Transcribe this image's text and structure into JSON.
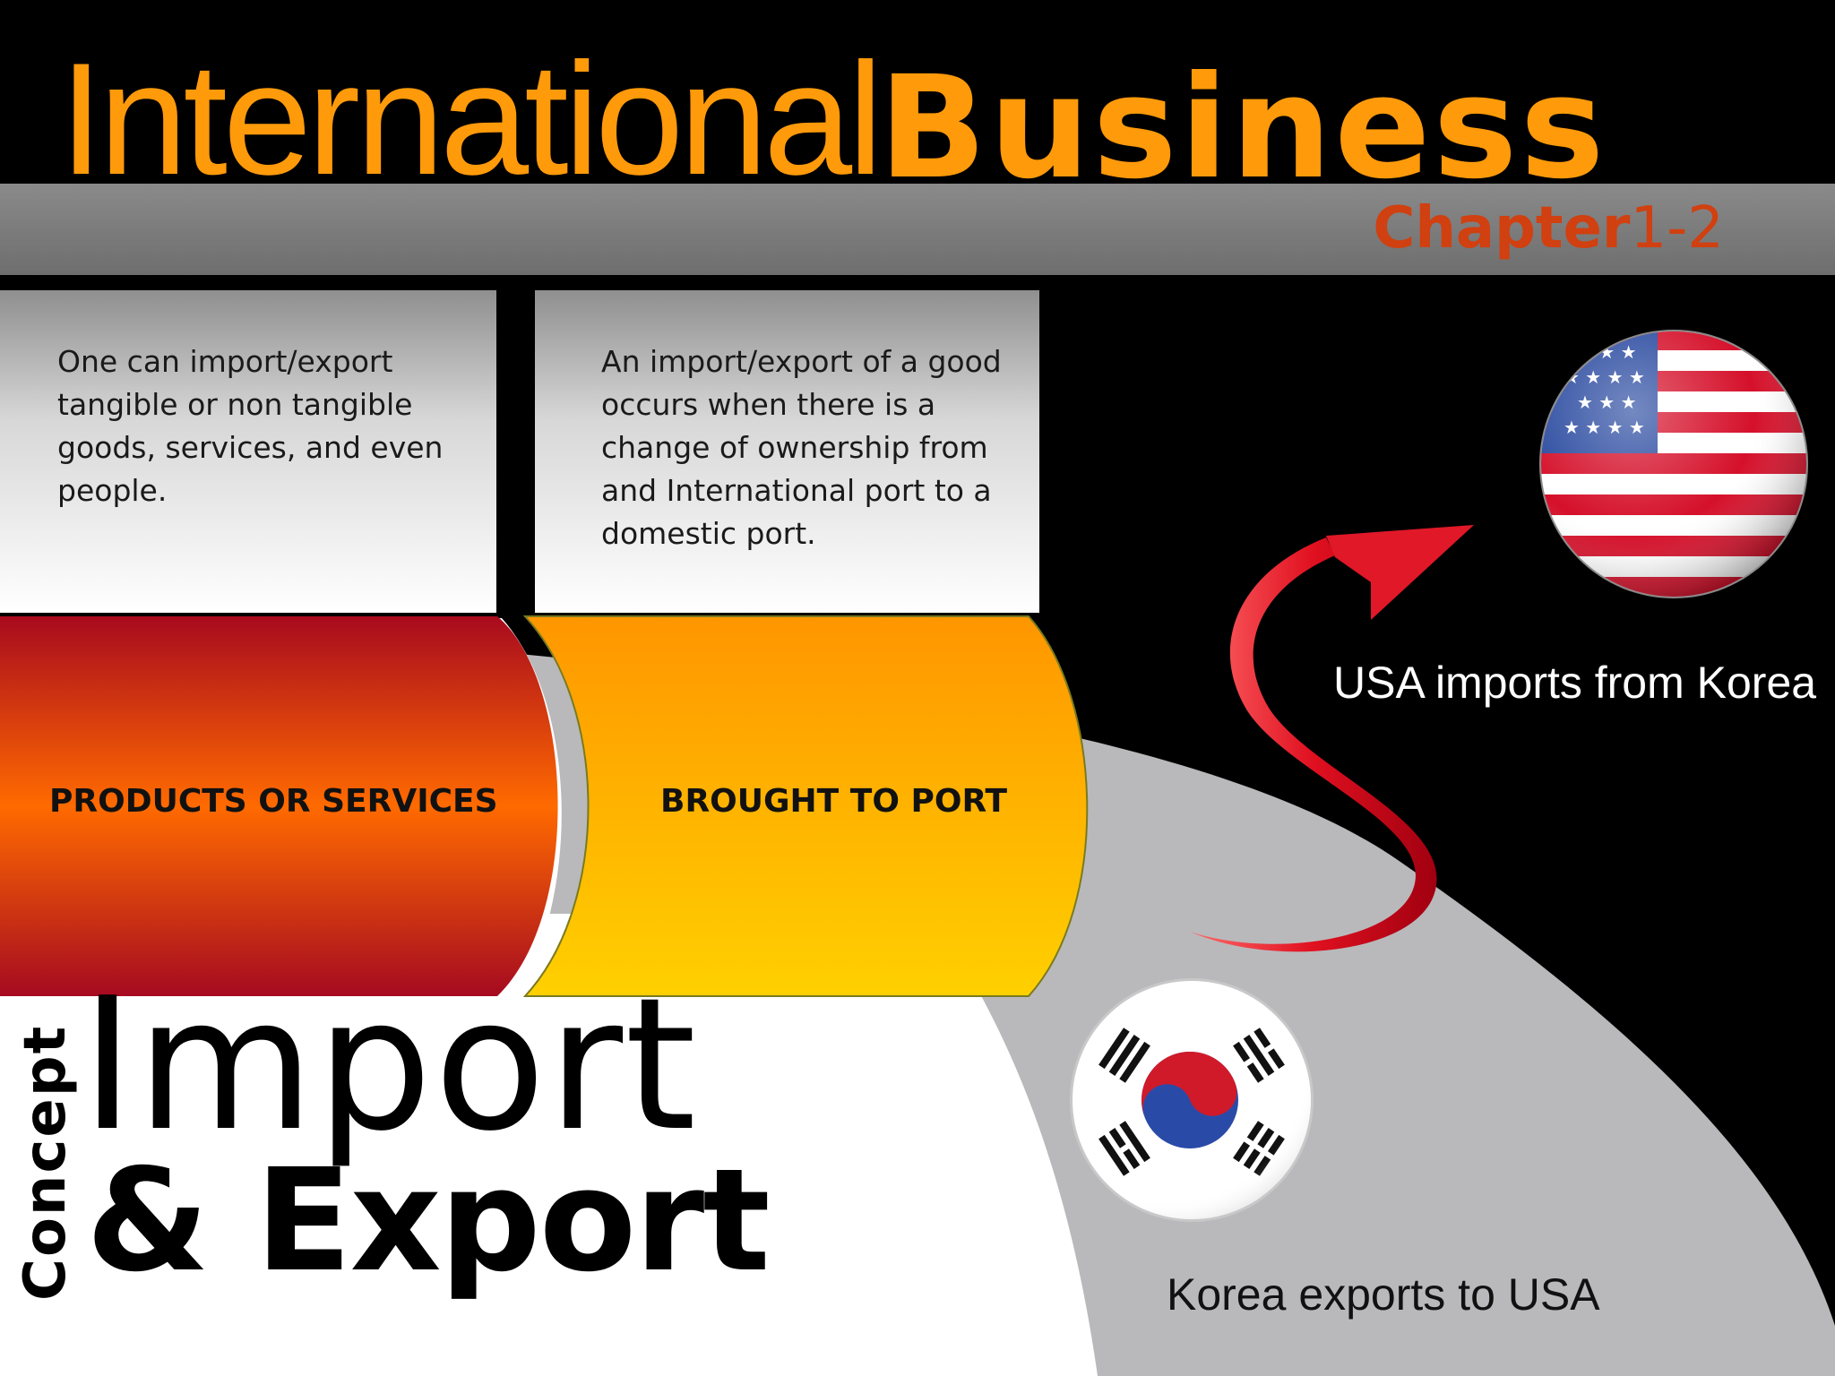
{
  "header": {
    "title_light": "International",
    "title_bold": "Business",
    "chapter_word": "Chapter",
    "chapter_number": "1-2"
  },
  "info_boxes": [
    {
      "text": "One can import/export tangible or non tangible goods, services, and even people."
    },
    {
      "text": "An import/export of a good occurs when there is a change of ownership from and International port to a domestic port."
    }
  ],
  "process_steps": [
    {
      "label": "PRODUCTS OR SERVICES"
    },
    {
      "label": "BROUGHT TO PORT"
    }
  ],
  "flags": {
    "usa": {
      "icon": "usa-flag-icon",
      "caption": "USA imports from Korea"
    },
    "korea": {
      "icon": "south-korea-flag-icon",
      "caption": "Korea exports to USA"
    }
  },
  "concept": {
    "label": "Concept",
    "line1": "Import",
    "line2": "& Export"
  },
  "colors": {
    "title_orange": "#ff9a0a",
    "chapter_red": "#d04010",
    "step1_red": "#c42010",
    "step2_orange": "#ffa800",
    "arrow_red": "#d01818"
  }
}
